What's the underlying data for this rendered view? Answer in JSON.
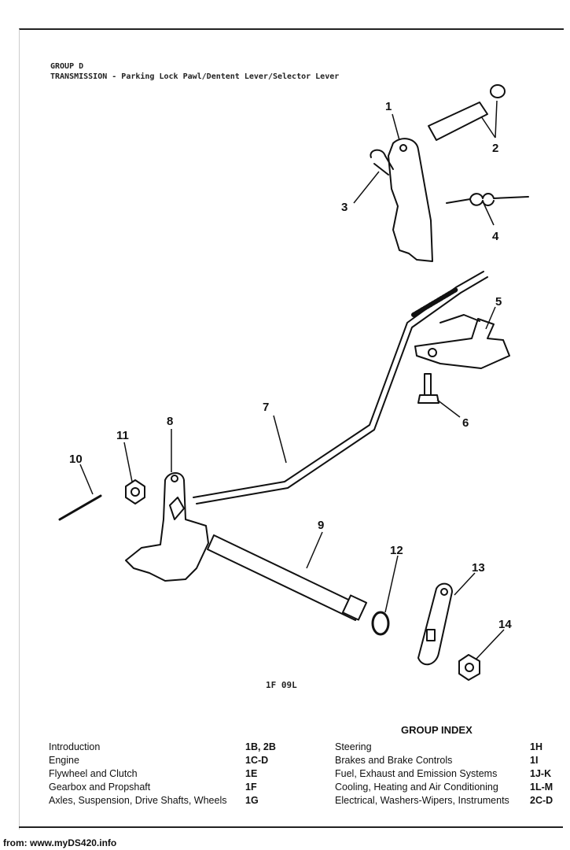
{
  "header": {
    "group": "GROUP D",
    "title": "TRANSMISSION - Parking Lock Pawl/Dentent Lever/Selector Lever"
  },
  "callouts": [
    "1",
    "2",
    "3",
    "4",
    "5",
    "6",
    "7",
    "8",
    "9",
    "10",
    "11",
    "12",
    "13",
    "14"
  ],
  "figure_code": "1F 09L",
  "group_index": {
    "title": "GROUP INDEX",
    "rows": [
      {
        "label_left": "Introduction",
        "code_left": "1B, 2B",
        "label_right": "Steering",
        "code_right": "1H"
      },
      {
        "label_left": "Engine",
        "code_left": "1C-D",
        "label_right": "Brakes and Brake Controls",
        "code_right": "1I"
      },
      {
        "label_left": "Flywheel and Clutch",
        "code_left": "1E",
        "label_right": "Fuel, Exhaust and Emission Systems",
        "code_right": "1J-K"
      },
      {
        "label_left": "Gearbox and Propshaft",
        "code_left": "1F",
        "label_right": "Cooling, Heating and Air Conditioning",
        "code_right": "1L-M"
      },
      {
        "label_left": "Axles, Suspension, Drive Shafts, Wheels",
        "code_left": "1G",
        "label_right": "Electrical, Washers-Wipers, Instruments",
        "code_right": "2C-D"
      }
    ]
  },
  "footer": "from: www.myDS420.info"
}
